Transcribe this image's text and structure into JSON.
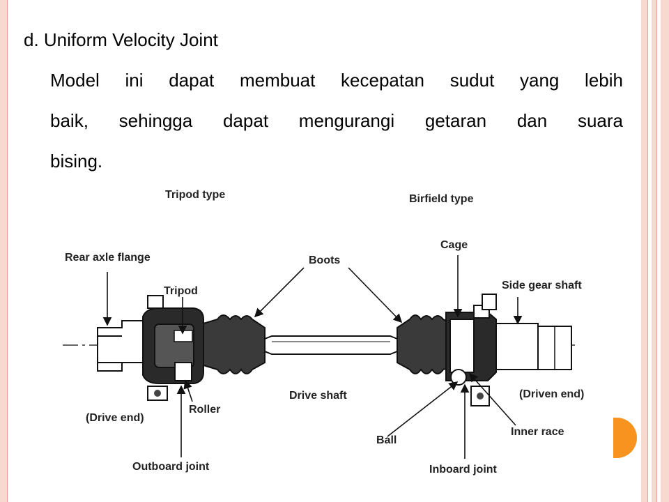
{
  "slide": {
    "heading": "d. Uniform Velocity Joint",
    "paragraph_lines": [
      "Model ini dapat membuat kecepatan sudut yang    lebih",
      "baik, sehingga dapat mengurangi getaran dan suara",
      "bising."
    ]
  },
  "figure": {
    "labels": {
      "tripod_type": "Tripod type",
      "birfield_type": "Birfield type",
      "rear_axle_flange": "Rear axle flange",
      "boots": "Boots",
      "cage": "Cage",
      "side_gear_shaft": "Side gear shaft",
      "tripod": "Tripod",
      "drive_shaft": "Drive shaft",
      "driven_end": "(Driven end)",
      "drive_end": "(Drive end)",
      "roller": "Roller",
      "inner_race": "Inner race",
      "ball": "Ball",
      "outboard_joint": "Outboard joint",
      "inboard_joint": "Inboard joint"
    }
  },
  "colors": {
    "frame": "#f7d9cf",
    "frame_line": "#e8a090",
    "accent": "#f7931e"
  }
}
